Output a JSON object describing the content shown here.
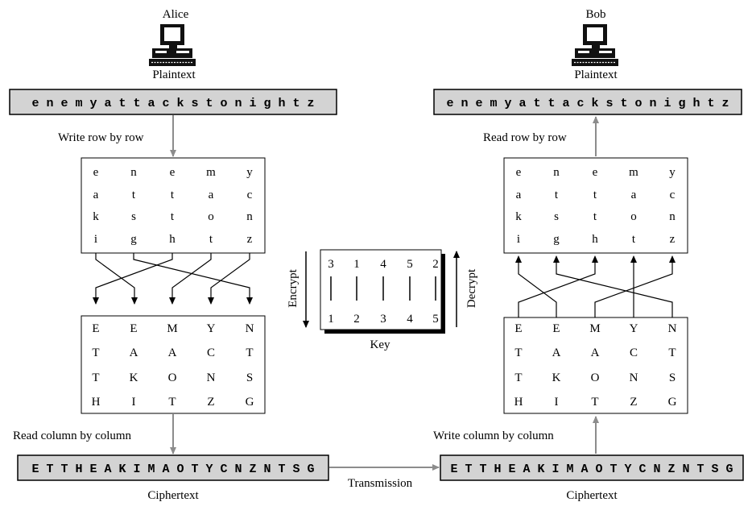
{
  "alice": {
    "name": "Alice",
    "plaintext_label": "Plaintext",
    "plaintext": "e n e m y a t t a c k s t o n i g h t z",
    "write_label": "Write row by row",
    "grid": [
      [
        "e",
        "n",
        "e",
        "m",
        "y"
      ],
      [
        "a",
        "t",
        "t",
        "a",
        "c"
      ],
      [
        "k",
        "s",
        "t",
        "o",
        "n"
      ],
      [
        "i",
        "g",
        "h",
        "t",
        "z"
      ]
    ],
    "read_label": "Read column by column",
    "ciphertext": "E T T H E A K I M A O T Y C N Z N T S G",
    "ciphertext_label": "Ciphertext"
  },
  "bob": {
    "name": "Bob",
    "plaintext_label": "Plaintext",
    "plaintext": "e n e m y a t t a c k s t o n i g h t z",
    "read_label": "Read row by row",
    "grid": [
      [
        "e",
        "n",
        "e",
        "m",
        "y"
      ],
      [
        "a",
        "t",
        "t",
        "a",
        "c"
      ],
      [
        "k",
        "s",
        "t",
        "o",
        "n"
      ],
      [
        "i",
        "g",
        "h",
        "t",
        "z"
      ]
    ],
    "write_label": "Write column by column",
    "ciphertext": "E T T H E A K I M A O T Y C N Z N T S G",
    "ciphertext_label": "Ciphertext"
  },
  "cipher_grid": [
    [
      "E",
      "E",
      "M",
      "Y",
      "N"
    ],
    [
      "T",
      "A",
      "A",
      "C",
      "T"
    ],
    [
      "T",
      "K",
      "O",
      "N",
      "S"
    ],
    [
      "H",
      "I",
      "T",
      "Z",
      "G"
    ]
  ],
  "key": {
    "top": [
      "3",
      "1",
      "4",
      "5",
      "2"
    ],
    "bottom": [
      "1",
      "2",
      "3",
      "4",
      "5"
    ],
    "label": "Key",
    "encrypt_label": "Encrypt",
    "decrypt_label": "Decrypt"
  },
  "transmission_label": "Transmission",
  "colors": {
    "box_fill": "#d3d3d3",
    "arrow_gray": "#8c8c8c",
    "line": "#000000"
  }
}
